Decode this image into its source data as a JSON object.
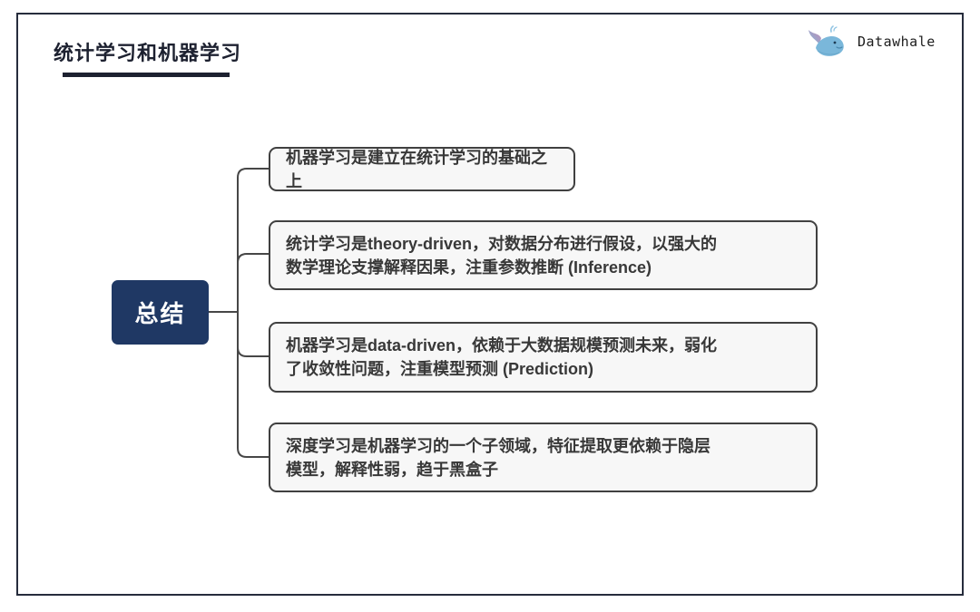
{
  "header": {
    "title": "统计学习和机器学习",
    "brand": "Datawhale"
  },
  "mindmap": {
    "root": "总结",
    "branches": [
      {
        "text": "机器学习是建立在统计学习的基础之上"
      },
      {
        "text": "统计学习是theory-driven，对数据分布进行假设，以强大的\n数学理论支撑解释因果，注重参数推断 (Inference)"
      },
      {
        "text": "机器学习是data-driven，依赖于大数据规模预测未来，弱化\n了收敛性问题，注重模型预测 (Prediction)"
      },
      {
        "text": "深度学习是机器学习的一个子领域，特征提取更依赖于隐层\n模型，解释性弱，趋于黑盒子"
      }
    ]
  },
  "colors": {
    "frame_border": "#262c3c",
    "title_text": "#1d2130",
    "root_node_bg": "#1f3864",
    "root_node_text": "#ffffff",
    "branch_bg": "#f7f7f7",
    "branch_border": "#404040",
    "branch_text": "#383838",
    "connector": "#474747",
    "whale_blue": "#7ab7da",
    "whale_tail_pink": "#c98cb4"
  }
}
